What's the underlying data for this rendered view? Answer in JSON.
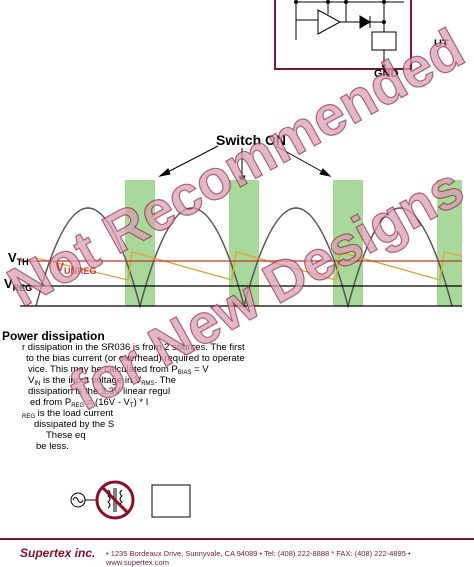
{
  "circuit": {
    "ut_label": "UT",
    "gnd_label": "GND"
  },
  "waveform": {
    "switch_on_label": "Switch ON",
    "vth_main": "V",
    "vth_sub": "TH",
    "vreg_main": "V",
    "vreg_sub": "REG",
    "vunreg_main": "V",
    "vunreg_sub": "UNREG"
  },
  "section": {
    "heading": "Power dissipation",
    "lines": [
      "r dissipation in the SR036 is from 2 sources. The first",
      "to the bias current (or overhead) required to operate",
      "vice. This may be calculated from P",
      "is the input voltage in V",
      "dissipation is the 3.3V linear regul",
      "ed from P",
      "is the load current",
      "dissipated by the S",
      "These eq",
      "be less."
    ],
    "line3_sub": "BIAS",
    "line3_tail": " = V",
    "line4_head": "V",
    "line4_sub": "IN",
    "line4_tail_sub": "RMS",
    "line4_tail": ". The",
    "line6_sub": "REG",
    "line6_mid": " = (16V - V",
    "line6_sub2": "T",
    "line6_tail": ") * I",
    "line7_sub": "REG"
  },
  "footer": {
    "brand": "Supertex inc.",
    "address": "• 1235 Bordeaux Drive, Sunnyvale, CA 94089  • Tel: (408) 222-8888 * FAX: (408) 222-4895 • www.supertex.com"
  },
  "watermark": {
    "line1": "Not Recommended",
    "line2": "for New Designs"
  },
  "colors": {
    "accent": "#7a1b2e",
    "green_band": "#a8d89a",
    "vunreg": "#d13d3d",
    "vth_line": "#c0392b",
    "sawtooth": "#e3a13c",
    "watermark": "#d6a0b6"
  }
}
